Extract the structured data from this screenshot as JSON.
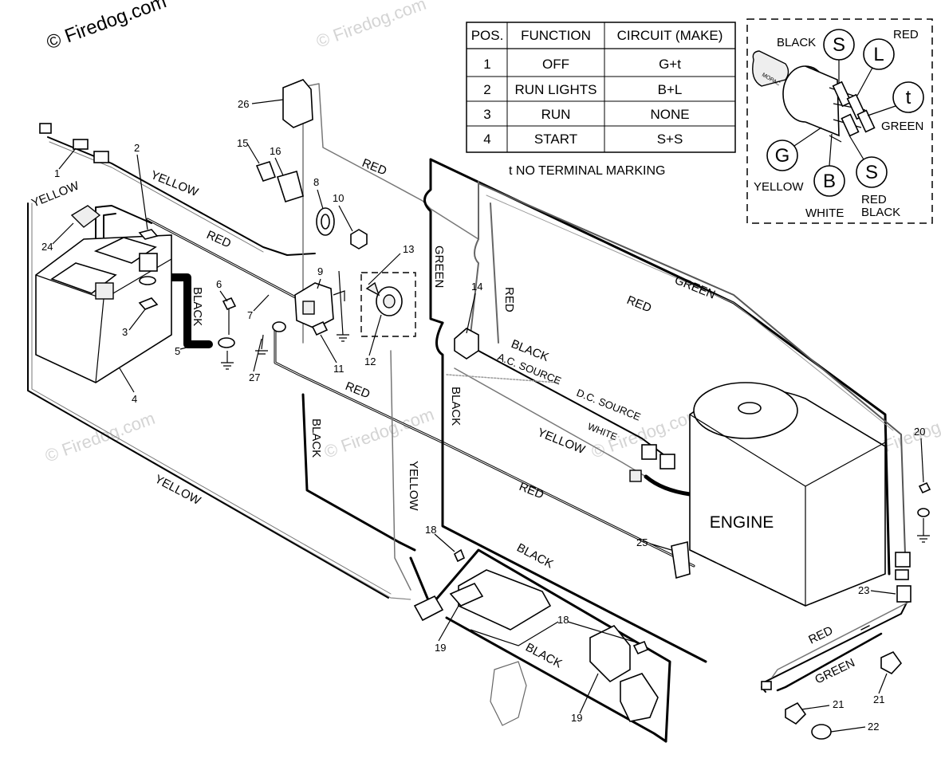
{
  "watermark": {
    "top": "© Firedog.com",
    "faint": "© Firedog.com"
  },
  "switch_table": {
    "headers": [
      "POS.",
      "FUNCTION",
      "CIRCUIT  (MAKE)"
    ],
    "rows": [
      {
        "pos": "1",
        "function": "OFF",
        "circuit": "G+t"
      },
      {
        "pos": "2",
        "function": "RUN LIGHTS",
        "circuit": "B+L"
      },
      {
        "pos": "3",
        "function": "RUN",
        "circuit": "NONE"
      },
      {
        "pos": "4",
        "function": "START",
        "circuit": "S+S"
      }
    ],
    "footnote": "t  NO TERMINAL MARKING"
  },
  "ignition_detail": {
    "terminals": {
      "S_top": "S",
      "L": "L",
      "t": "t",
      "G": "G",
      "B": "B",
      "S_bottom": "S"
    },
    "labels": {
      "black": "BLACK",
      "red": "RED",
      "green": "GREEN",
      "yellow": "YELLOW",
      "white": "WHITE",
      "red_black_1": "RED",
      "red_black_2": "BLACK"
    },
    "key_text": "MOPAC"
  },
  "wire_labels": {
    "yellow_1": "YELLOW",
    "yellow_2": "YELLOW",
    "red_1": "RED",
    "black_battery": "BLACK",
    "red_top": "RED",
    "green_vertical": "GREEN",
    "red_vertical": "RED",
    "green_diag": "GREEN",
    "red_diag": "RED",
    "black_mid": "BLACK",
    "ac_source": "A.C. SOURCE",
    "dc_source": "D.C. SOURCE",
    "white": "WHITE",
    "yellow_mid": "YELLOW",
    "black_vertical": "BLACK",
    "red_lower": "RED",
    "black_left_vert": "BLACK",
    "yellow_vert": "YELLOW",
    "yellow_bottom": "YELLOW",
    "red_long": "RED",
    "black_lower_1": "BLACK",
    "black_lower_2": "BLACK",
    "red_br": "RED",
    "green_br": "GREEN"
  },
  "engine_label": "ENGINE",
  "part_numbers": [
    "1",
    "2",
    "3",
    "4",
    "5",
    "6",
    "7",
    "8",
    "9",
    "10",
    "11",
    "12",
    "13",
    "14",
    "15",
    "16",
    "18",
    "18",
    "19",
    "19",
    "20",
    "21",
    "21",
    "22",
    "23",
    "24",
    "25",
    "26",
    "27"
  ]
}
